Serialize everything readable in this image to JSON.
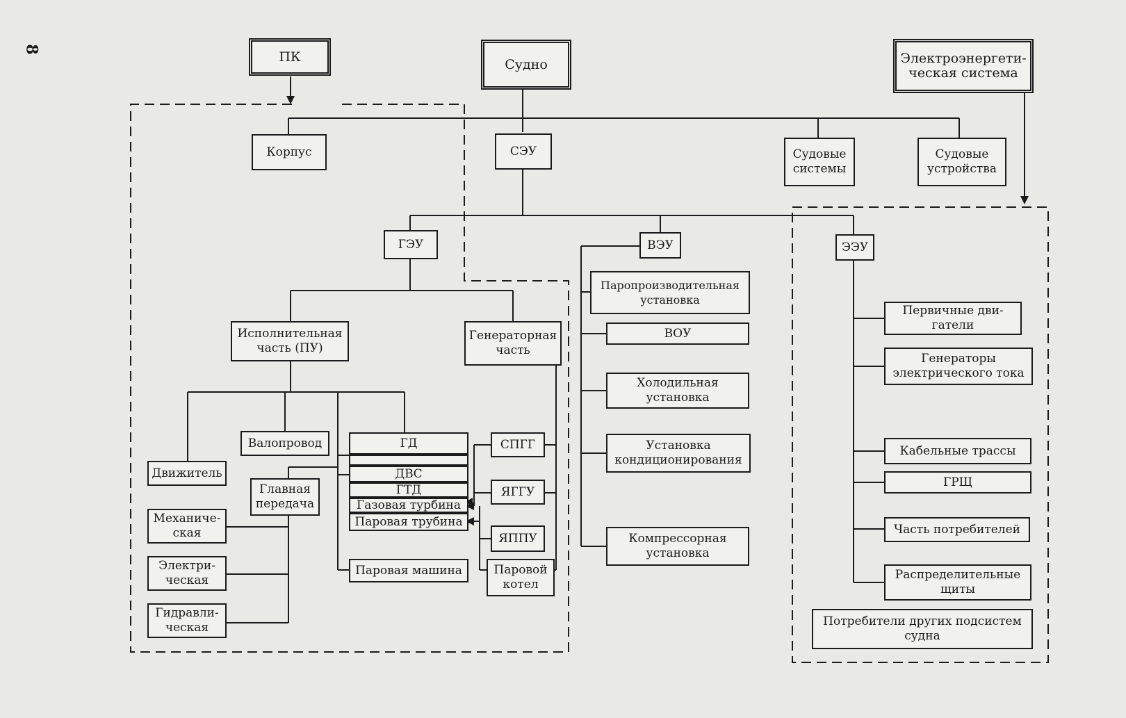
{
  "page_number": "8",
  "nodes": {
    "pk": "ПК",
    "sudno": "Судно",
    "ees": "Электроэнергети-\nческая система",
    "korpus": "Корпус",
    "seu": "СЭУ",
    "sud_sistemy": "Судовые\nсистемы",
    "sud_ustroystva": "Судовые\nустройства",
    "geu": "ГЭУ",
    "veu": "ВЭУ",
    "eeu": "ЭЭУ",
    "isp_chast": "Исполнительная\nчасть (ПУ)",
    "gen_chast": "Генераторная\nчасть",
    "parproizv": "Паропроизводительная\nустановка",
    "vou": "ВОУ",
    "holod": "Холодильная\nустановка",
    "kondic": "Установка\nкондиционирования",
    "kompress": "Компрессорная\nустановка",
    "perv_dvig": "Первичные дви-\nгатели",
    "generatory": "Генераторы\nэлектрического тока",
    "kabel": "Кабельные трассы",
    "grsch": "ГРЩ",
    "chast_potreb": "Часть потребителей",
    "raspred": "Распределительные\nщиты",
    "potreb_drug": "Потребители других подсистем\nсудна",
    "dvizhitel": "Движитель",
    "valoprovod": "Валопровод",
    "gl_peredacha": "Главная\nпередача",
    "mehan": "Механиче-\nская",
    "elektr": "Электри-\nческая",
    "gidravl": "Гидравли-\nческая",
    "gd": "ГД",
    "dvs": "ДВС",
    "gtd": "ГТД",
    "gaz_turb": "Газовая турбина",
    "par_turb": "Паровая трубина",
    "par_mash": "Паровая машина",
    "spgg": "СПГГ",
    "yaggu": "ЯГГУ",
    "yappu": "ЯППУ",
    "par_kotel": "Паровой\nкотел"
  },
  "colors": {
    "ink": "#1b1b1b",
    "paper": "#e9e9e6",
    "box": "#f1f1ee"
  }
}
